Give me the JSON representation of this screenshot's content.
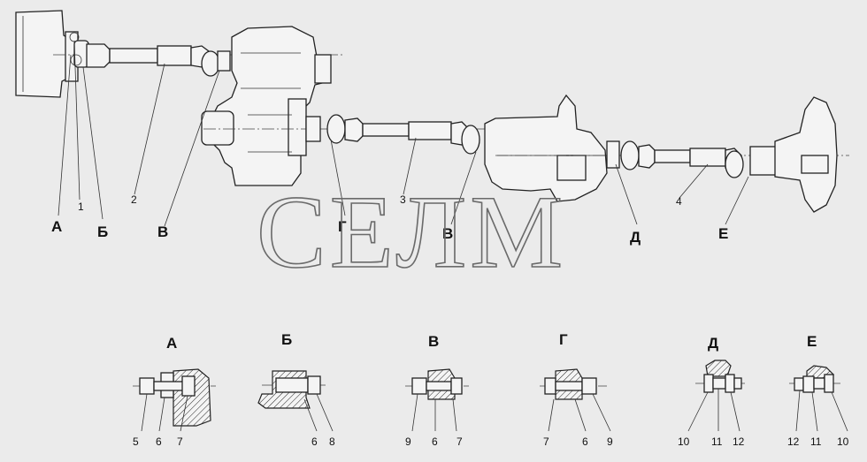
{
  "watermark": "СЕЛМ",
  "main_view": {
    "callouts": [
      {
        "key": "a",
        "text": "А"
      },
      {
        "key": "b",
        "text": "Б"
      },
      {
        "key": "v1",
        "text": "В"
      },
      {
        "key": "g",
        "text": "Г"
      },
      {
        "key": "v2",
        "text": "В"
      },
      {
        "key": "d",
        "text": "Д"
      },
      {
        "key": "e",
        "text": "Е"
      }
    ],
    "part_numbers": [
      "1",
      "2",
      "3",
      "4"
    ]
  },
  "details": [
    {
      "title": "А",
      "numbers": [
        "5",
        "6",
        "7"
      ]
    },
    {
      "title": "Б",
      "numbers": [
        "6",
        "8"
      ]
    },
    {
      "title": "В",
      "numbers": [
        "9",
        "6",
        "7"
      ]
    },
    {
      "title": "Г",
      "numbers": [
        "7",
        "6",
        "9"
      ]
    },
    {
      "title": "Д",
      "numbers": [
        "10",
        "11",
        "12"
      ]
    },
    {
      "title": "Е",
      "numbers": [
        "12",
        "11",
        "10"
      ]
    }
  ]
}
